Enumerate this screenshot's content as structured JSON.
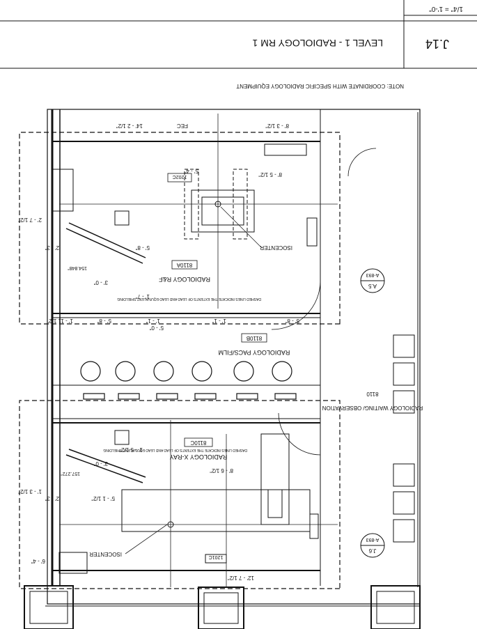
{
  "title_block": {
    "sheet_id": "J.14",
    "sheet_title": "LEVEL 1 - RADIOLOGY RM 1",
    "scale": "1/4\" = 1'-0\""
  },
  "note": "NOTE: COORDINATE WITH SPECIFIC RADIOLOGY EQUIPMENT",
  "rooms": [
    {
      "name": "RADIOLOGY R&F",
      "number": "8110A"
    },
    {
      "name": "RADIOLOGY PACS/FILM",
      "number": "8110B"
    },
    {
      "name": "RADIOLOGY X-RAY",
      "number": "8110C"
    },
    {
      "name": "RADIOLOGY WAITING/ OBSERVATION",
      "number": "8110"
    }
  ],
  "equipment_tags": [
    "1202C",
    "1201C"
  ],
  "labels": {
    "isocenter": "ISOCENTER",
    "fec": "FEC",
    "shielding_note": "DASHED LINES INDICATE THE EXTENTS OF LEAD AND LEAD EQUIVALENT SHIELDING"
  },
  "elevation_refs": [
    {
      "id": "A.5",
      "sheet": "A-893"
    },
    {
      "id": "J.6",
      "sheet": "A-893"
    }
  ],
  "dimensions": {
    "top_left": "12' - 7 1/2\"",
    "top_right": "6' - 4\"",
    "xr_width": "5' - 1 1/2\"",
    "xr_small": "2' - 3\"",
    "xr_height": "8' - 6 1/2\"",
    "xr_right": "1' - 3 1/2\"",
    "xr_mid": "3' - 0\"",
    "xr_mid2": "1' - 5 1/2\"",
    "xr_angle": "157.272°",
    "mid_a": "5' - 8\"",
    "mid_b": "5' - 0\"",
    "mid_c": "1' - 1\"",
    "mid_d": "1' - 1\"",
    "mid_e": "5' - 8\"",
    "mid_f": "1' - 11 1/2\"",
    "rf_a": "5' - 8\"",
    "rf_b": "2' - 3\"",
    "rf_c": "1' - 7\"",
    "rf_d": "3' - 0\"",
    "rf_angle": "154.848°",
    "rf_e": "2' - 7 1/2\"",
    "rf_f": "8' - 5 1/2\"",
    "rf_g": "5' - 4\"",
    "bot_a": "8' - 3 1/2\"",
    "bot_b": "14' - 2 1/2\""
  }
}
